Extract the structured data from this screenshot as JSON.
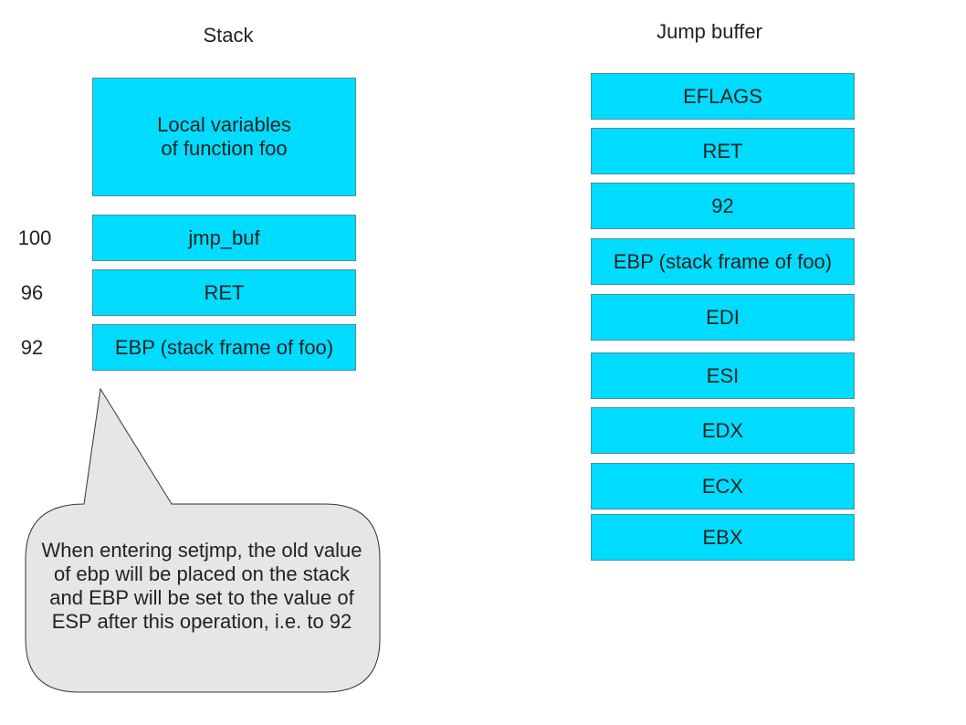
{
  "stack": {
    "title": "Stack",
    "locals": "Local variables\nof function foo",
    "rows": [
      {
        "address": "100",
        "label": "jmp_buf"
      },
      {
        "address": "96",
        "label": "RET"
      },
      {
        "address": "92",
        "label": "EBP (stack frame of foo)"
      }
    ]
  },
  "jump_buffer": {
    "title": "Jump buffer",
    "items": [
      "EFLAGS",
      "RET",
      "92",
      "EBP (stack frame of foo)",
      "EDI",
      "ESI",
      "EDX",
      "ECX",
      "EBX"
    ]
  },
  "callout": {
    "text": "When entering setjmp, the old value of ebp will be placed on the stack and EBP will be set to the value of ESP after this operation, i.e. to 92"
  },
  "colors": {
    "box_fill": "#00dcff",
    "box_border": "#4a8f9c",
    "callout_fill": "#e6e6e6",
    "callout_border": "#333333"
  }
}
